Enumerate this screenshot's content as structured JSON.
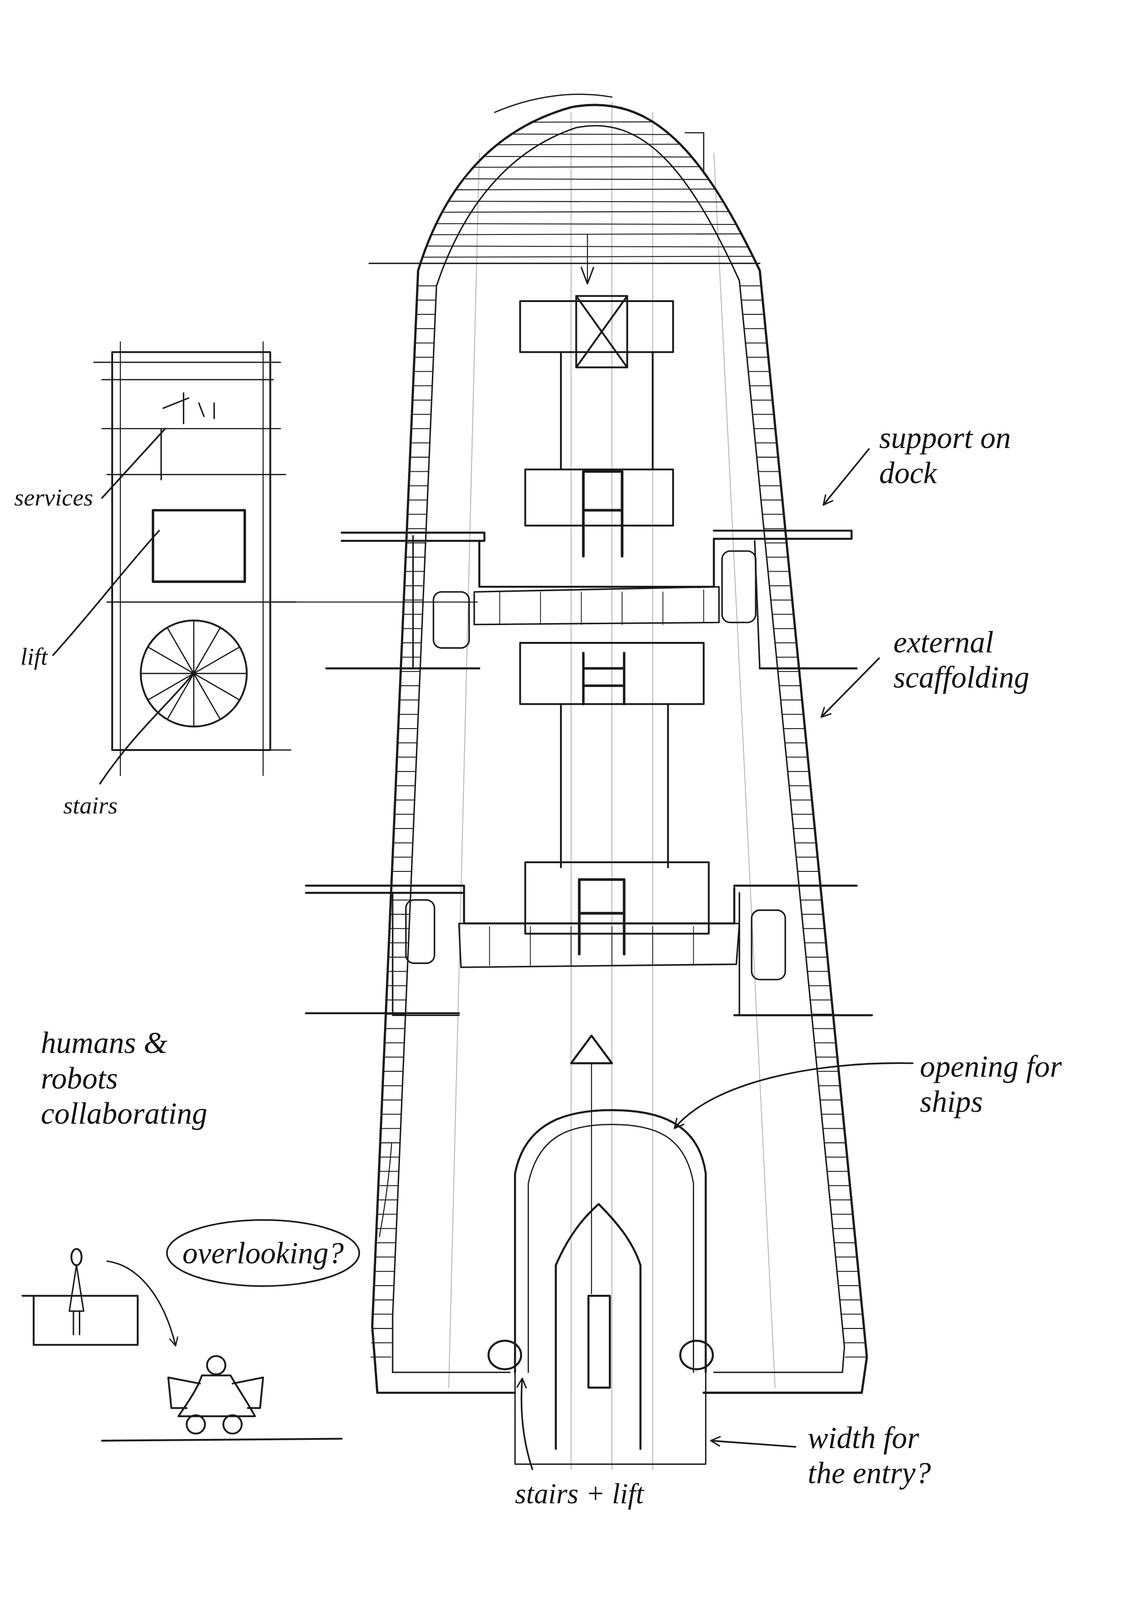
{
  "diagram": {
    "nodes": [
      {
        "text": [
          "overlooking?"
        ]
      }
    ],
    "labels": [
      "support on dock",
      "external scaffolding",
      "opening for ships",
      "width for the entry?",
      "stairs + lift",
      "humans & robots collaborating",
      "services",
      "lift",
      "stairs"
    ]
  }
}
